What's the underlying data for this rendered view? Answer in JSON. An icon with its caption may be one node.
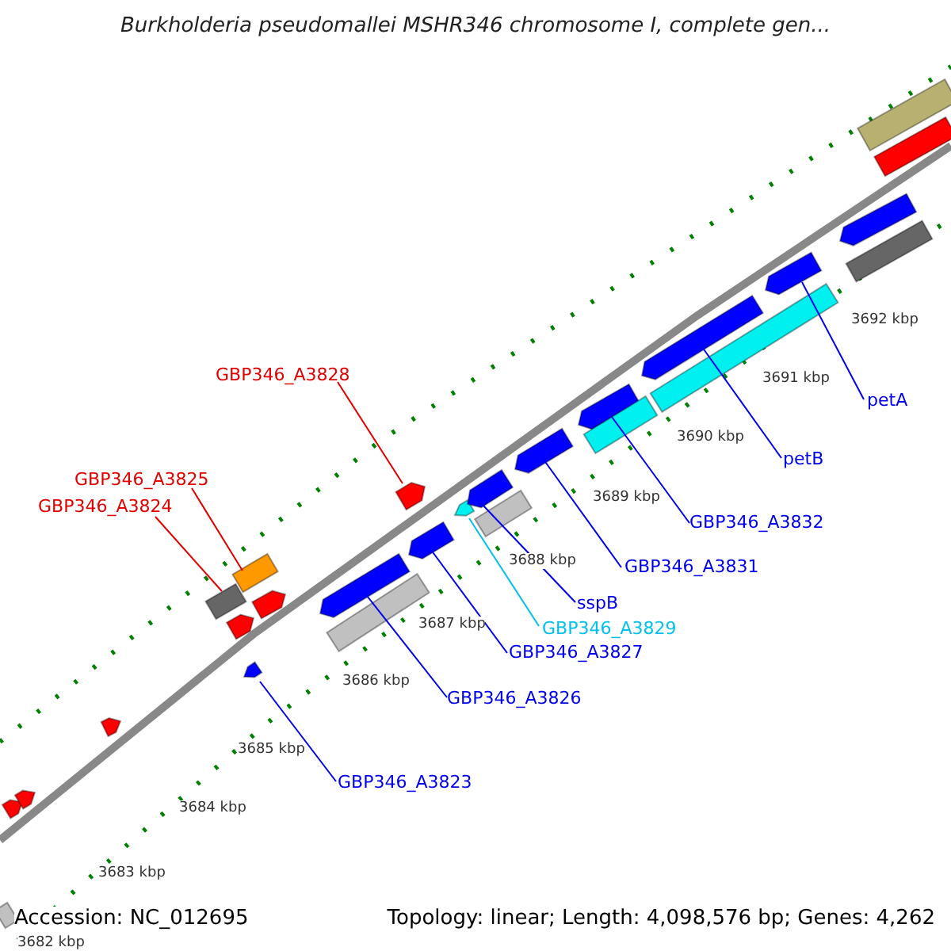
{
  "diagram": {
    "title": "Burkholderia pseudomallei MSHR346 chromosome I, complete gen...",
    "nodes": [
      {
        "text": [
          "GBP346_A3828"
        ]
      },
      {
        "text": [
          "GBP346_A3825"
        ]
      },
      {
        "text": [
          "GBP346_A3824"
        ]
      },
      {
        "text": [
          "petA"
        ]
      },
      {
        "text": [
          "petB"
        ]
      },
      {
        "text": [
          "GBP346_A3832"
        ]
      },
      {
        "text": [
          "GBP346_A3831"
        ]
      },
      {
        "text": [
          "sspB"
        ]
      },
      {
        "text": [
          "GBP346_A3829"
        ]
      },
      {
        "text": [
          "GBP346_A3827"
        ]
      },
      {
        "text": [
          "GBP346_A3826"
        ]
      },
      {
        "text": [
          "GBP346_A3823"
        ]
      },
      {
        "text": [],
        "shape": "bar"
      },
      {
        "text": [],
        "shape": "pentagon"
      },
      {
        "text": [],
        "shape": "pentagon"
      },
      {
        "text": [],
        "shape": "pentagon"
      },
      {
        "text": [],
        "shape": "bar"
      },
      {
        "text": [],
        "shape": "pentagon"
      },
      {
        "text": [],
        "shape": "bar"
      },
      {
        "text": [],
        "shape": "pentagon"
      },
      {
        "text": [],
        "shape": "pentagon"
      },
      {
        "text": [],
        "shape": "pentagon"
      },
      {
        "text": [],
        "shape": "bar"
      },
      {
        "text": [],
        "shape": "pentagon"
      },
      {
        "text": [],
        "shape": "pentagon"
      },
      {
        "text": [],
        "shape": "pentagon"
      },
      {
        "text": [],
        "shape": "pentagon"
      },
      {
        "text": [],
        "shape": "bar"
      },
      {
        "text": [],
        "shape": "pentagon"
      },
      {
        "text": [],
        "shape": "pentagon"
      },
      {
        "text": [],
        "shape": "bar"
      },
      {
        "text": [],
        "shape": "pentagon"
      },
      {
        "text": [],
        "shape": "bar"
      },
      {
        "text": [],
        "shape": "pentagon"
      },
      {
        "text": [],
        "shape": "pentagon"
      },
      {
        "text": [],
        "shape": "bar"
      },
      {
        "text": [],
        "shape": "bar"
      },
      {
        "text": [],
        "shape": "bar"
      }
    ],
    "edges": [
      {
        "from": 0,
        "to": 23,
        "arrow": "none",
        "color": "#e00000"
      },
      {
        "from": 1,
        "to": 18,
        "arrow": "none",
        "color": "#e00000"
      },
      {
        "from": 2,
        "to": 16,
        "arrow": "none",
        "color": "#e00000"
      },
      {
        "from": 3,
        "to": 33,
        "arrow": "none"
      },
      {
        "from": 4,
        "to": 31,
        "arrow": "none"
      },
      {
        "from": 5,
        "to": 29,
        "arrow": "none"
      },
      {
        "from": 6,
        "to": 28,
        "arrow": "none"
      },
      {
        "from": 7,
        "to": 26,
        "arrow": "none"
      },
      {
        "from": 8,
        "to": 25,
        "arrow": "none",
        "color": "#00c0f0"
      },
      {
        "from": 9,
        "to": 24,
        "arrow": "none"
      },
      {
        "from": 10,
        "to": 21,
        "arrow": "none"
      },
      {
        "from": 11,
        "to": 19,
        "arrow": "none"
      }
    ],
    "labels": [
      "3692 kbp",
      "3691 kbp",
      "3690 kbp",
      "3689 kbp",
      "3688 kbp",
      "3687 kbp",
      "3686 kbp",
      "3685 kbp",
      "3684 kbp",
      "3683 kbp",
      "3682 kbp",
      "Accession: NC_012695",
      "Topology: linear; Length: 4,098,576 bp; Genes: 4,262"
    ]
  }
}
